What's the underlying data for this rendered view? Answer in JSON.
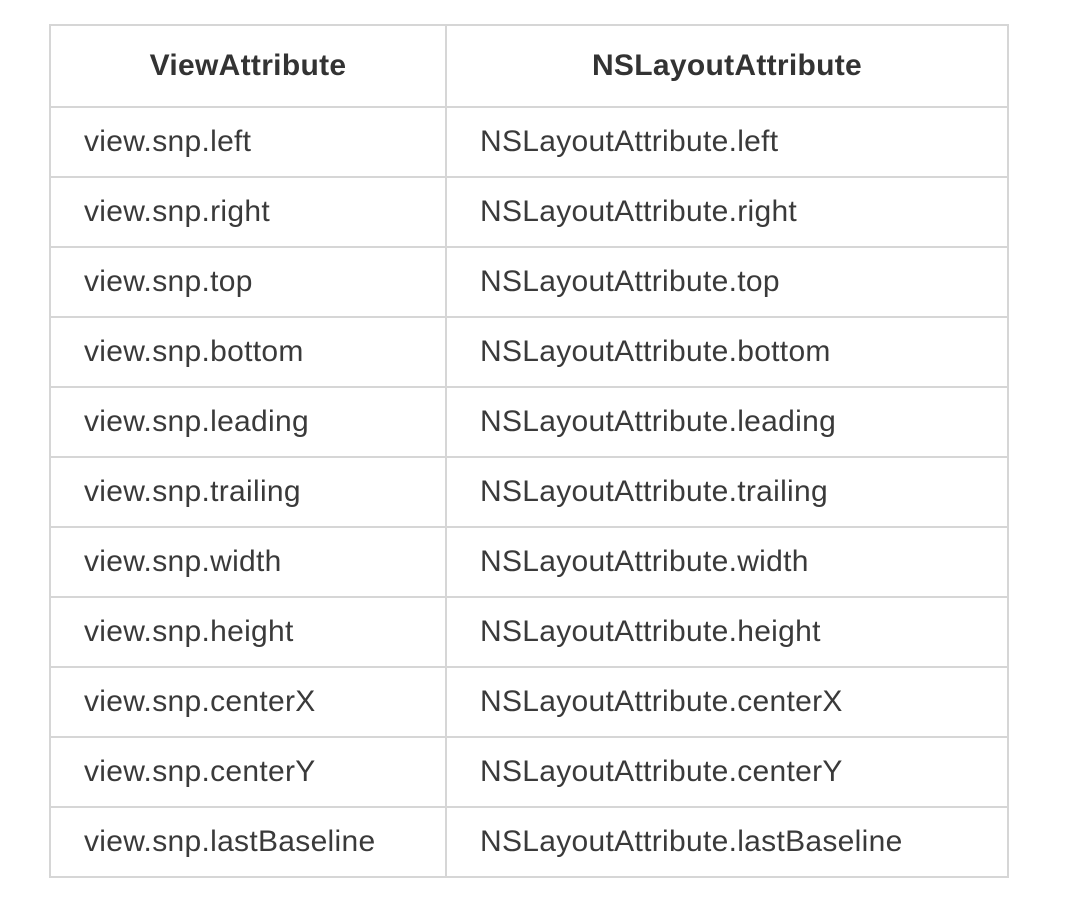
{
  "table": {
    "headers": [
      "ViewAttribute",
      "NSLayoutAttribute"
    ],
    "rows": [
      [
        "view.snp.left",
        "NSLayoutAttribute.left"
      ],
      [
        "view.snp.right",
        "NSLayoutAttribute.right"
      ],
      [
        "view.snp.top",
        "NSLayoutAttribute.top"
      ],
      [
        "view.snp.bottom",
        "NSLayoutAttribute.bottom"
      ],
      [
        "view.snp.leading",
        "NSLayoutAttribute.leading"
      ],
      [
        "view.snp.trailing",
        "NSLayoutAttribute.trailing"
      ],
      [
        "view.snp.width",
        "NSLayoutAttribute.width"
      ],
      [
        "view.snp.height",
        "NSLayoutAttribute.height"
      ],
      [
        "view.snp.centerX",
        "NSLayoutAttribute.centerX"
      ],
      [
        "view.snp.centerY",
        "NSLayoutAttribute.centerY"
      ],
      [
        "view.snp.lastBaseline",
        "NSLayoutAttribute.lastBaseline"
      ]
    ]
  },
  "colors": {
    "text": "#333333",
    "border": "#d6d6d6",
    "background": "#ffffff"
  }
}
